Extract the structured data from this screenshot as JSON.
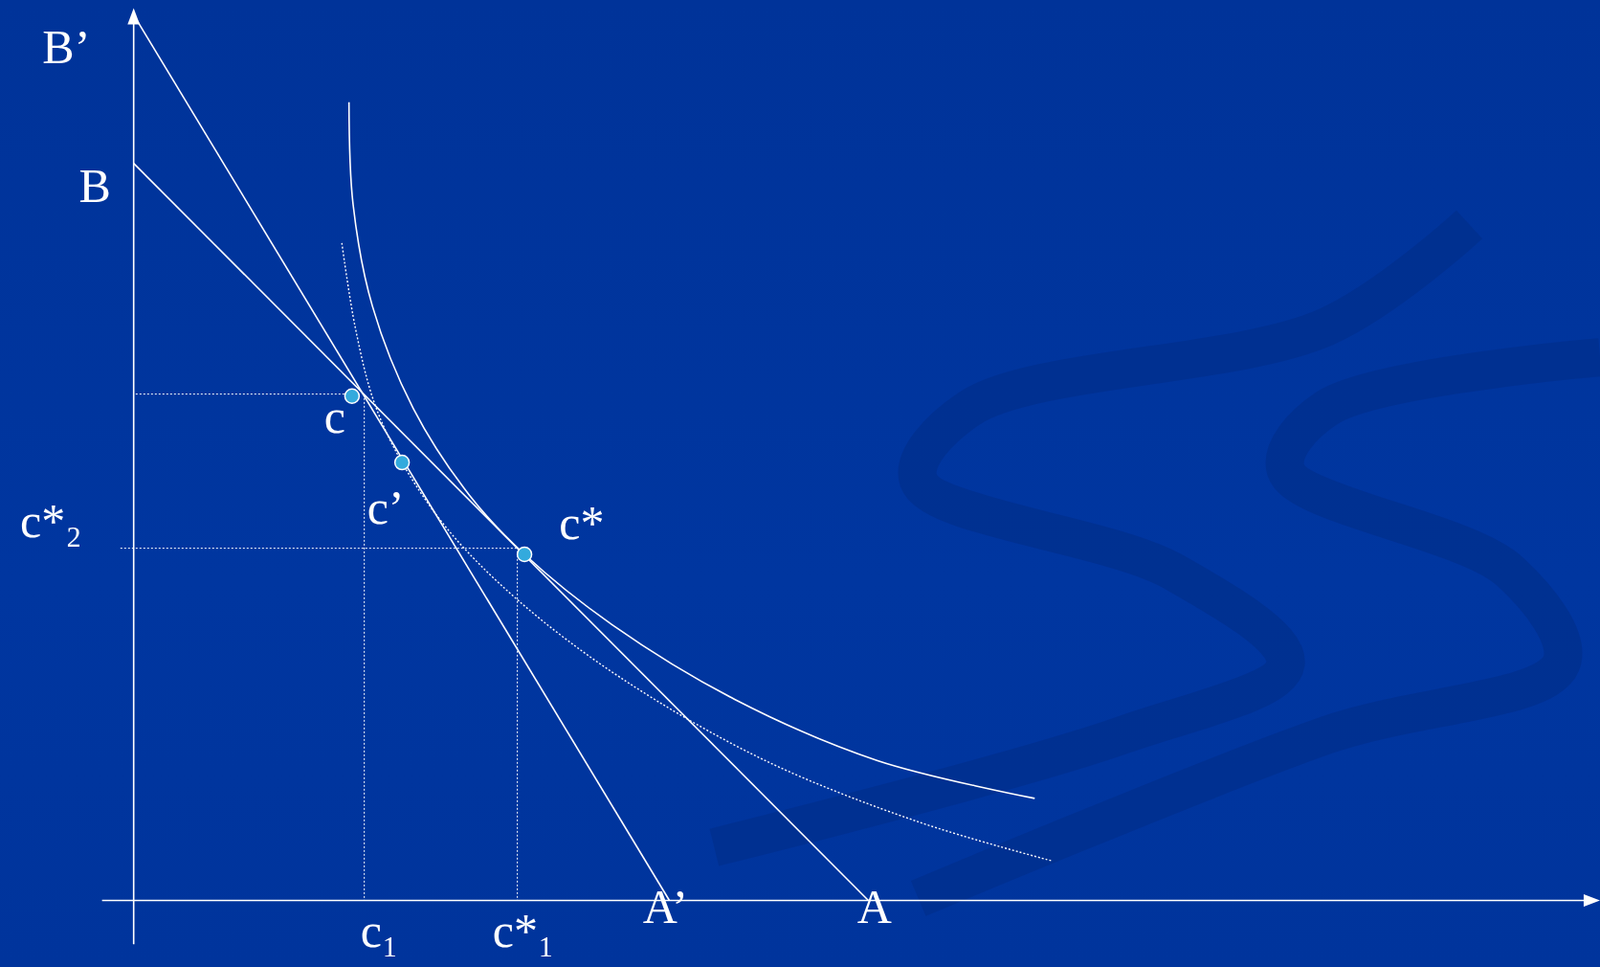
{
  "diagram": {
    "labels": [
      "B’",
      "B",
      "c",
      "c’",
      "c*",
      "c*₂",
      "c₁",
      "c*₁",
      "A’",
      "A"
    ]
  }
}
